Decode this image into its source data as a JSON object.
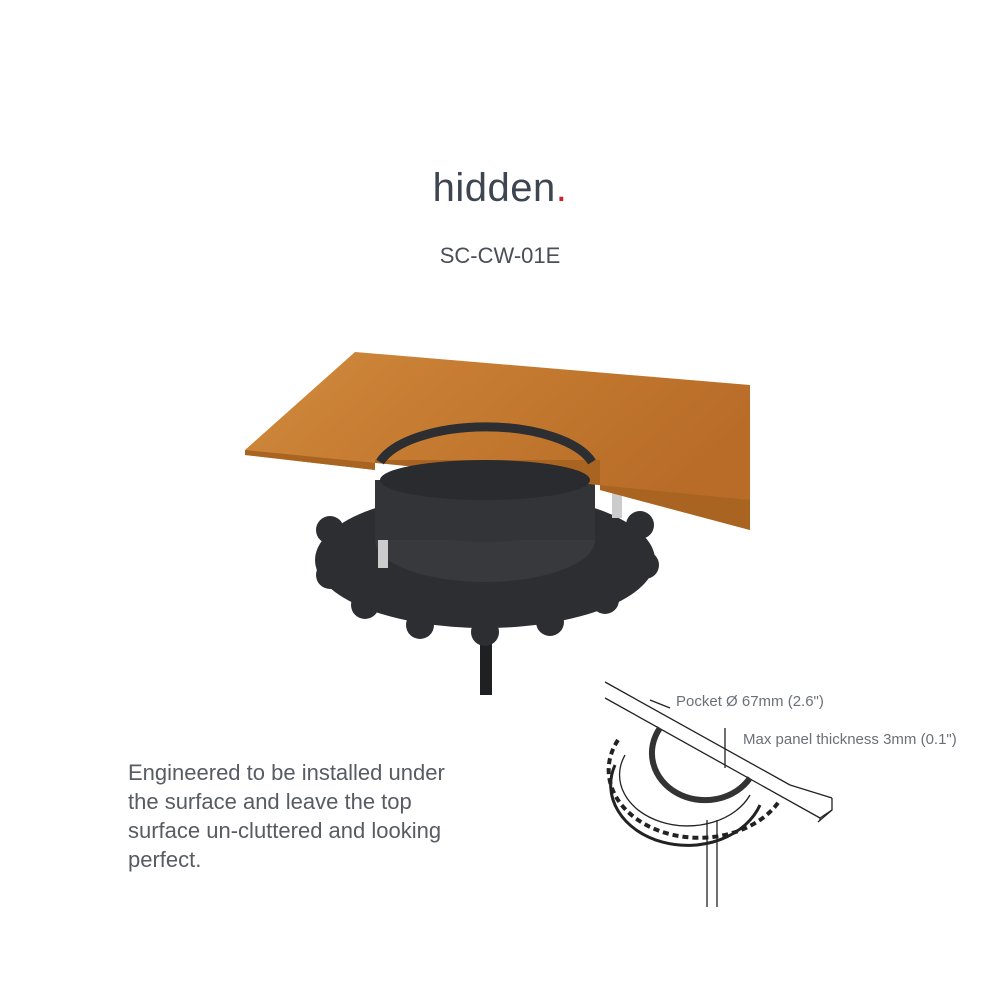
{
  "header": {
    "title": "hidden",
    "title_dot": ".",
    "model": "SC-CW-01E"
  },
  "description": "Engineered to be installed under the surface and leave the top surface un-cluttered and looking perfect.",
  "diagram": {
    "pocket_label": "Pocket Ø 67mm (2.6\")",
    "thickness_label": "Max panel thickness 3mm (0.1\")"
  },
  "colors": {
    "accent": "#d0202a",
    "wood": "#c07a32",
    "device": "#2f3033",
    "text": "#575c63"
  }
}
